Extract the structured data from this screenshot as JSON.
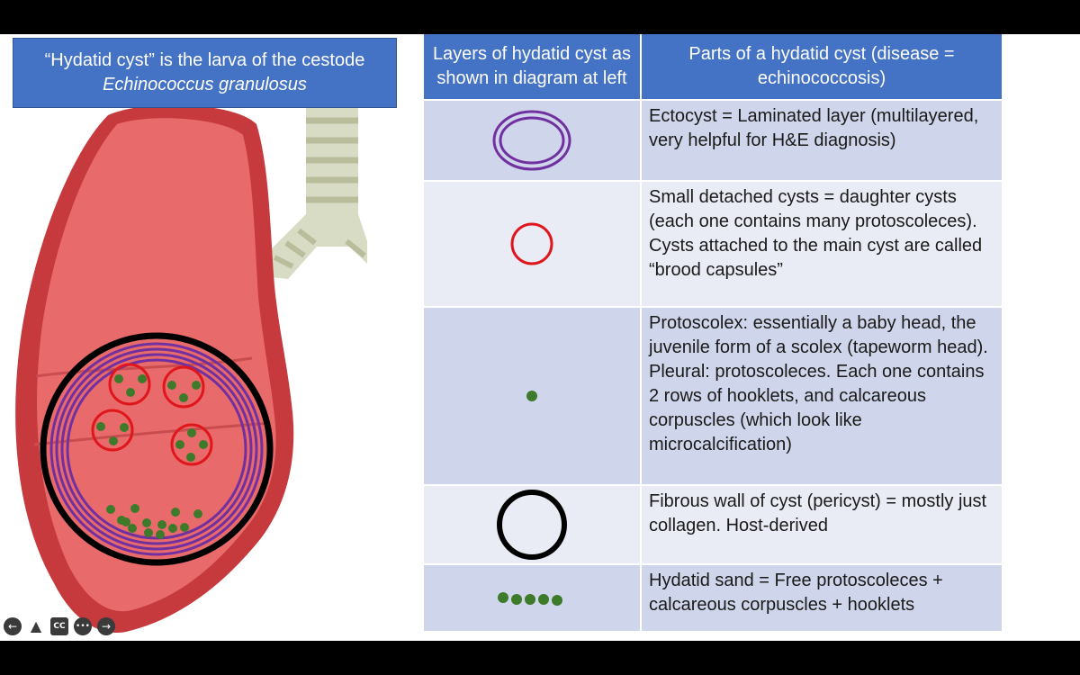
{
  "title": {
    "line1": "“Hydatid cyst” is the larva of the cestode",
    "line2": "Echinococcus granulosus"
  },
  "table": {
    "headers": [
      "Layers of hydatid cyst as shown in diagram at left",
      "Parts of a hydatid cyst (disease = echinococcosis)"
    ],
    "rows": [
      {
        "icon": "purple-double-oval-icon",
        "text": "Ectocyst = Laminated layer (multilayered, very helpful for H&E diagnosis)"
      },
      {
        "icon": "red-circle-icon",
        "text": "Small detached cysts = daughter cysts (each one contains many protoscoleces). Cysts attached to the main cyst are called “brood capsules”"
      },
      {
        "icon": "green-dot-icon",
        "text": "Protoscolex: essentially a baby head, the juvenile form of a scolex (tapeworm head). Pleural: protoscoleces. Each one contains 2 rows of hooklets, and calcareous corpuscles (which look like microcalcification)"
      },
      {
        "icon": "black-circle-icon",
        "text": "Fibrous wall of cyst (pericyst) = mostly just collagen. Host-derived"
      },
      {
        "icon": "green-dots-row-icon",
        "text": "Hydatid sand = Free protoscoleces + calcareous corpuscles + hooklets"
      }
    ]
  },
  "controls": [
    {
      "name": "prev-slide-icon",
      "glyph": "←"
    },
    {
      "name": "pointer-icon",
      "glyph": "▲"
    },
    {
      "name": "captions-icon",
      "glyph": "CC"
    },
    {
      "name": "more-options-icon",
      "glyph": "•••"
    },
    {
      "name": "next-slide-icon",
      "glyph": "→"
    }
  ],
  "colors": {
    "header_blue": "#4472c4",
    "row_dark": "#cfd5ea",
    "row_light": "#e9ebf5",
    "lung_red": "#e35a5a",
    "cyst_purple": "#7030a0",
    "daughter_red": "#e0161d",
    "protoscolex_green": "#3d7a2a"
  }
}
